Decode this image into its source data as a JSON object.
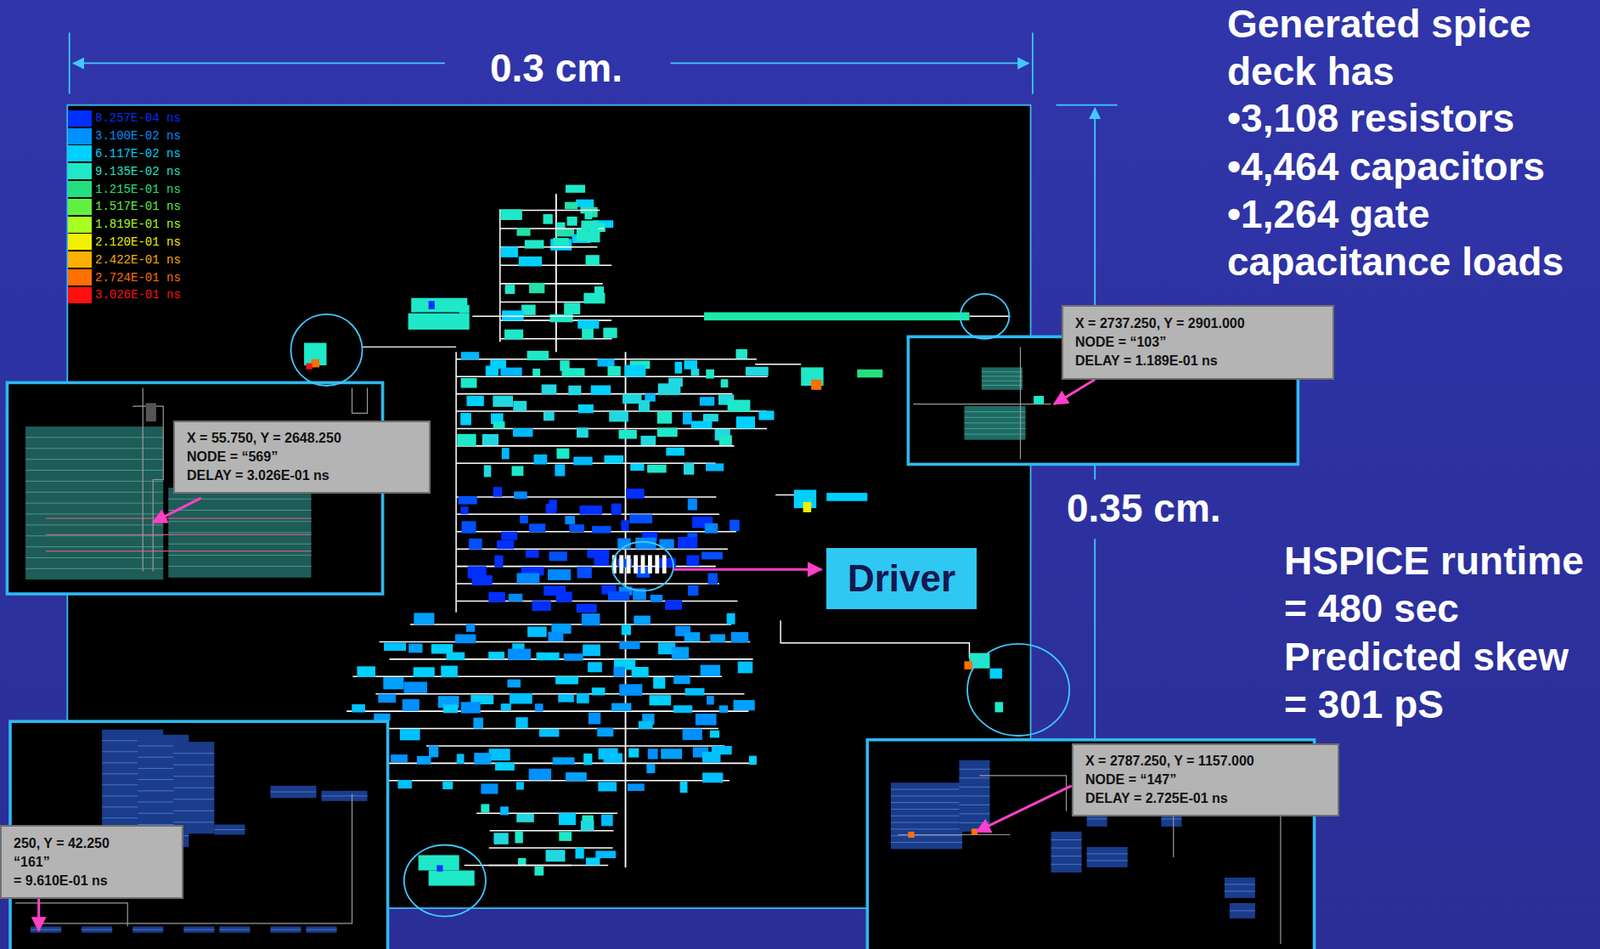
{
  "diagram": {
    "nodes": [
      {
        "text": [
          "X = 2737.250, Y = 2901.000",
          "NODE = “103”",
          "DELAY = 1.189E-01 ns"
        ]
      },
      {
        "text": [
          "X = 55.750, Y = 2648.250",
          "NODE = “569”",
          "DELAY = 3.026E-01 ns"
        ]
      },
      {
        "text": [
          "Driver"
        ]
      },
      {
        "text": [
          "X = 2787.250, Y = 1157.000",
          "NODE = “147”",
          "DELAY = 2.725E-01 ns"
        ]
      },
      {
        "text": [
          "250, Y = 42.250",
          "“161”",
          "= 9.610E-01 ns"
        ]
      }
    ],
    "labels": [
      "0.3 cm.",
      "Generated spice deck has",
      "•3,108 resistors",
      "•4,464 capacitors",
      "•1,264 gate capacitance loads",
      "0.35 cm.",
      "HSPICE runtime = 480 sec",
      "Predicted skew = 301 pS"
    ],
    "legend": [
      {
        "text": "8.257E-04 ns",
        "color": "#0030ff"
      },
      {
        "text": "3.100E-02 ns",
        "color": "#0090ff"
      },
      {
        "text": "6.117E-02 ns",
        "color": "#00d0ff"
      },
      {
        "text": "9.135E-02 ns",
        "color": "#1ee8c8"
      },
      {
        "text": "1.215E-01 ns",
        "color": "#22e080"
      },
      {
        "text": "1.517E-01 ns",
        "color": "#60f040"
      },
      {
        "text": "1.819E-01 ns",
        "color": "#a8ff20"
      },
      {
        "text": "2.120E-01 ns",
        "color": "#f0f000"
      },
      {
        "text": "2.422E-01 ns",
        "color": "#ffb000"
      },
      {
        "text": "2.724E-01 ns",
        "color": "#ff7000"
      },
      {
        "text": "3.026E-01 ns",
        "color": "#ff1010"
      }
    ]
  }
}
